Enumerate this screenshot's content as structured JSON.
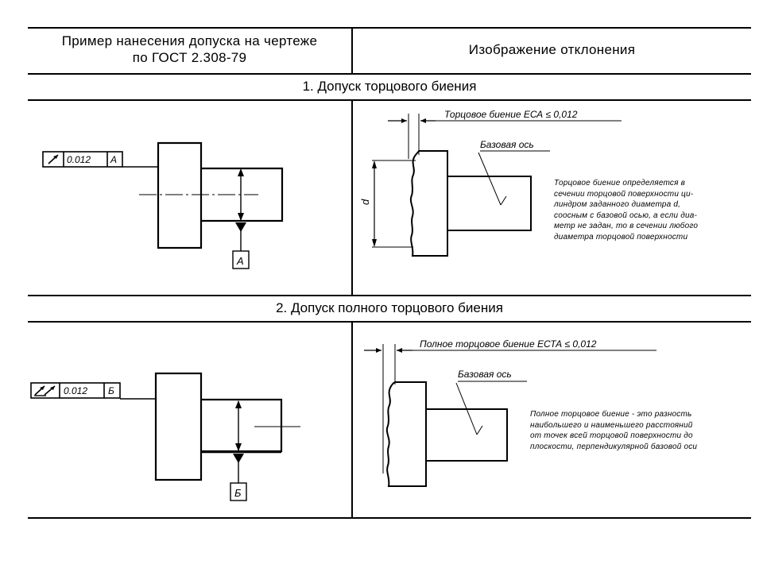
{
  "header": {
    "left_line1": "Пример нанесения допуска на чертеже",
    "left_line2": "по ГОСТ 2.308-79",
    "right": "Изображение отклонения"
  },
  "section1": {
    "title": "1. Допуск торцового биения",
    "frame_value": "0.012",
    "frame_base": "A",
    "datum_letter": "A",
    "label_top": "Торцовое биение  ЕСА ≤ 0,012",
    "label_axis": "Базовая ось",
    "dim_label": "d",
    "desc_lines": [
      "Торцовое биение определяется в",
      "сечении торцовой поверхности ци-",
      "линдром заданного диаметра d,",
      "соосным с базовой осью, а если диа-",
      "метр не задан, то в сечении любого",
      "диаметра торцовой поверхности"
    ]
  },
  "section2": {
    "title": "2. Допуск полного торцового биения",
    "frame_value": "0.012",
    "frame_base": "Б",
    "datum_letter": "Б",
    "label_top": "Полное торцовое биение  ЕСТА ≤ 0,012",
    "label_axis": "Базовая ось",
    "desc_lines": [
      "Полное торцовое биение - это разность",
      "наибольшего и наименьшего расстояний",
      "от точек всей торцовой поверхности до",
      "плоскости, перпендикулярной базовой оси"
    ]
  }
}
